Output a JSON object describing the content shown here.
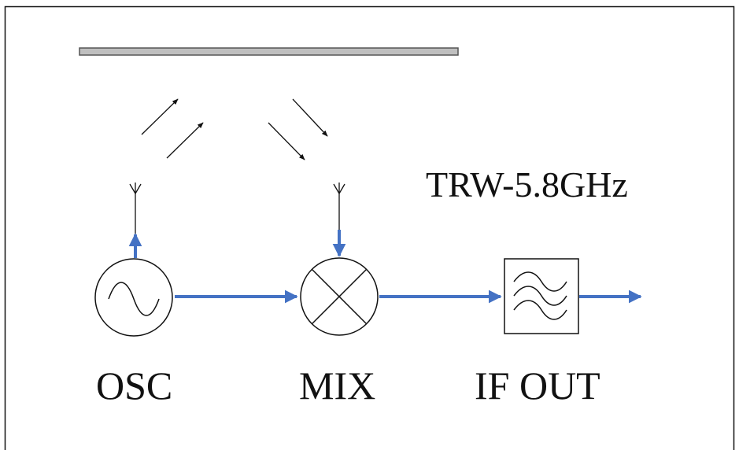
{
  "diagram": {
    "title": "TRW-5.8GHz",
    "blocks": {
      "osc": {
        "label": "OSC",
        "icon": "sine-wave-icon"
      },
      "mix": {
        "label": "MIX",
        "icon": "mixer-x-icon"
      },
      "if_out": {
        "label": "IF OUT",
        "icon": "bandpass-filter-icon"
      }
    },
    "colors": {
      "signal_line": "#4472C4",
      "stroke": "#111111",
      "reflector_fill": "#BFBFBF",
      "background": "#FFFFFF"
    }
  }
}
